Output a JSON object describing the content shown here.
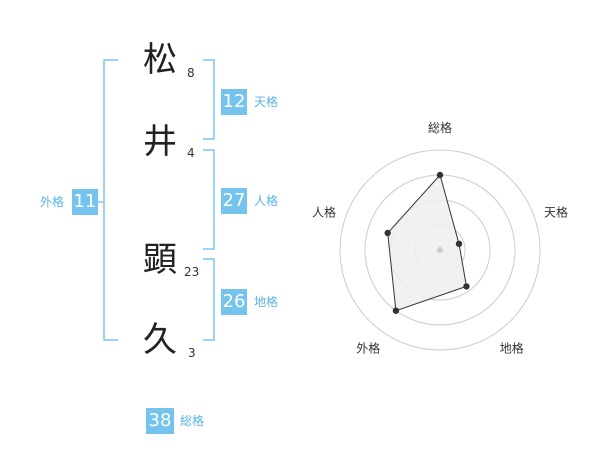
{
  "characters": [
    {
      "char": "松",
      "strokes": "8"
    },
    {
      "char": "井",
      "strokes": "4"
    },
    {
      "char": "顕",
      "strokes": "23"
    },
    {
      "char": "久",
      "strokes": "3"
    }
  ],
  "fortunes": {
    "tenkaku": {
      "label": "天格",
      "value": "12"
    },
    "jinkaku": {
      "label": "人格",
      "value": "27"
    },
    "chikaku": {
      "label": "地格",
      "value": "26"
    },
    "gaikaku": {
      "label": "外格",
      "value": "11"
    },
    "soukaku": {
      "label": "総格",
      "value": "38"
    }
  },
  "colors": {
    "accent": "#74c4ee",
    "bracket": "#7cc6f0",
    "radar_fill": "#eeeeee",
    "radar_line": "#333333",
    "grid": "#cccccc"
  },
  "chart_data": {
    "type": "radar",
    "axes": [
      "総格",
      "天格",
      "地格",
      "外格",
      "人格"
    ],
    "values": [
      0.75,
      0.2,
      0.45,
      0.75,
      0.55
    ],
    "range": [
      0,
      1
    ],
    "rings": 4
  }
}
